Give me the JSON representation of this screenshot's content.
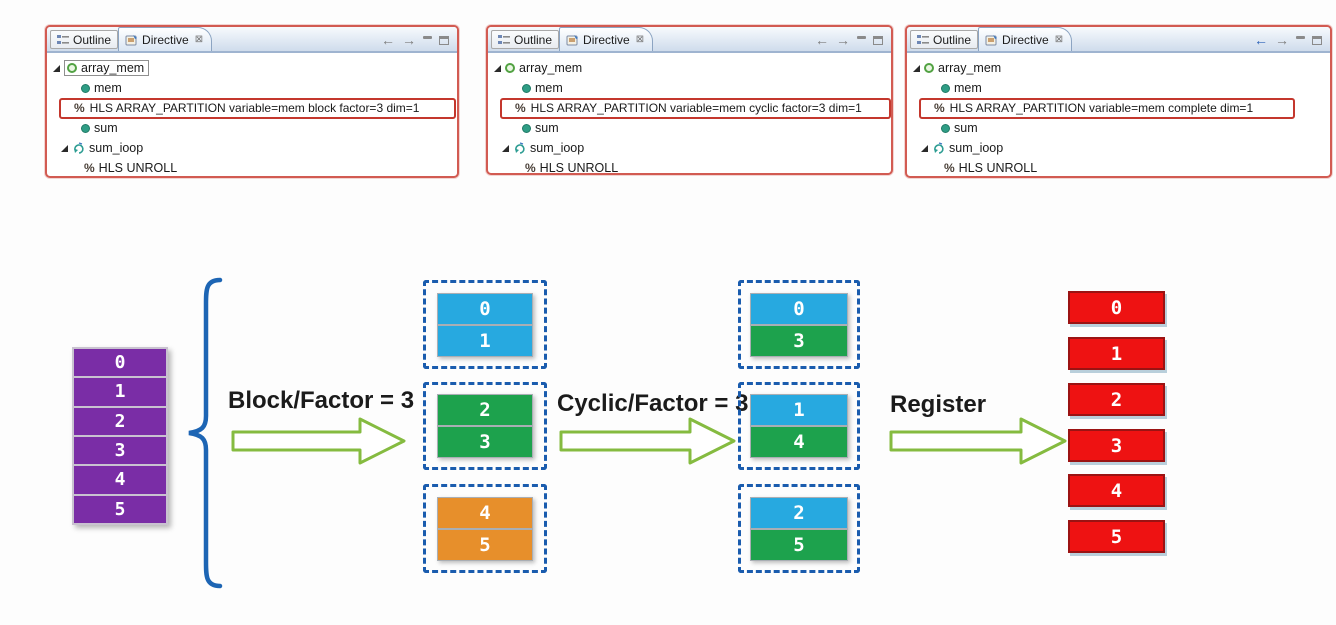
{
  "glyphs": {
    "back": "←",
    "forward": "→",
    "close": "⊠",
    "percent": "%"
  },
  "panels": [
    {
      "outline_tab": "Outline",
      "directive_tab": "Directive",
      "root": "array_mem",
      "var1": "mem",
      "directive": "HLS ARRAY_PARTITION variable=mem block factor=3 dim=1",
      "var2": "sum",
      "loop": "sum_ioop",
      "unroll": "HLS UNROLL"
    },
    {
      "outline_tab": "Outline",
      "directive_tab": "Directive",
      "root": "array_mem",
      "var1": "mem",
      "directive": "HLS ARRAY_PARTITION variable=mem cyclic factor=3 dim=1",
      "var2": "sum",
      "loop": "sum_ioop",
      "unroll": "HLS UNROLL"
    },
    {
      "outline_tab": "Outline",
      "directive_tab": "Directive",
      "root": "array_mem",
      "var1": "mem",
      "directive": "HLS ARRAY_PARTITION variable=mem complete dim=1",
      "var2": "sum",
      "loop": "sum_ioop",
      "unroll": "HLS UNROLL"
    }
  ],
  "diagram": {
    "source": {
      "values": [
        "0",
        "1",
        "2",
        "3",
        "4",
        "5"
      ]
    },
    "block": {
      "label": "Block/Factor = 3",
      "groups": [
        [
          "0",
          "1"
        ],
        [
          "2",
          "3"
        ],
        [
          "4",
          "5"
        ]
      ]
    },
    "cyclic": {
      "label": "Cyclic/Factor = 3",
      "groups": [
        [
          "0",
          "3"
        ],
        [
          "1",
          "4"
        ],
        [
          "2",
          "5"
        ]
      ]
    },
    "register": {
      "label": "Register",
      "values": [
        "0",
        "1",
        "2",
        "3",
        "4",
        "5"
      ]
    },
    "colors": {
      "source_purple": "#7a2da6",
      "block_pair1": "#27a9e0",
      "block_pair2": "#1da24d",
      "block_pair3": "#e78f2b",
      "cyclic_top": "#27a9e0",
      "cyclic_bottom": "#1da24d",
      "register_red": "#ee1212",
      "arrow_green": "#85bb40",
      "group_dashed_blue": "#1a5cae",
      "brace_blue": "#1d65b4",
      "directive_highlight_red": "#c4372d",
      "panel_annotation_red": "#d25b52"
    }
  }
}
